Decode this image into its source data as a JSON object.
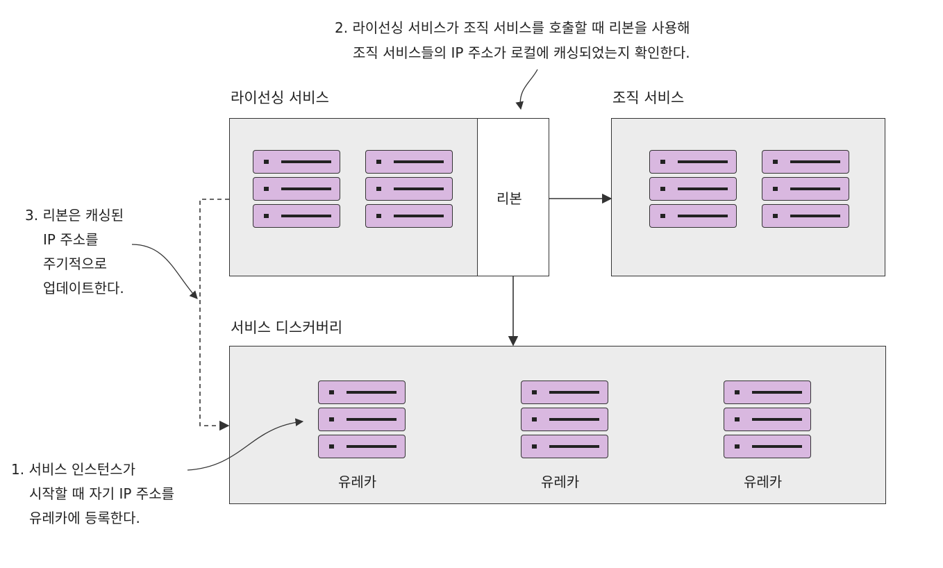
{
  "callouts": {
    "ribbon_check": [
      "2. 라이선싱 서비스가 조직 서비스를 호출할 때 리본을 사용해",
      "조직 서비스들의 IP 주소가 로컬에 캐싱되었는지 확인한다."
    ],
    "ribbon_update": [
      "3. 리본은 캐싱된",
      "IP 주소를",
      "주기적으로",
      "업데이트한다."
    ],
    "service_register": [
      "1. 서비스 인스턴스가",
      "시작할 때 자기 IP 주소를",
      "유레카에 등록한다."
    ]
  },
  "licensing_service": {
    "title": "라이선싱 서비스",
    "ribbon_label": "리본"
  },
  "organization_service": {
    "title": "조직 서비스"
  },
  "service_discovery": {
    "title": "서비스 디스커버리",
    "eureka_labels": [
      "유레카",
      "유레카",
      "유레카"
    ]
  },
  "colors": {
    "server_fill": "#d9b8e0",
    "box_fill": "#ececec",
    "line": "#333333"
  }
}
